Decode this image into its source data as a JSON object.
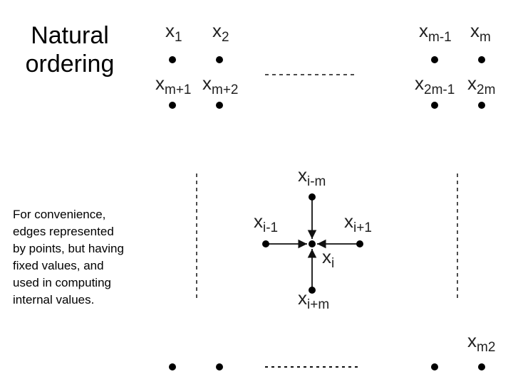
{
  "title_lines": [
    "Natural",
    "ordering"
  ],
  "note": "For convenience, edges represented by points, but having fixed values, and used in computing internal values.",
  "nodes": {
    "top_row": [
      {
        "name": "x",
        "sub": "1"
      },
      {
        "name": "x",
        "sub": "2"
      },
      {
        "name": "x",
        "sub": "m-1"
      },
      {
        "name": "x",
        "sub": "m"
      }
    ],
    "second_row": [
      {
        "name": "x",
        "sub": "m+1"
      },
      {
        "name": "x",
        "sub": "m+2"
      },
      {
        "name": "x",
        "sub": "2m-1"
      },
      {
        "name": "x",
        "sub": "2m"
      }
    ],
    "stencil": {
      "top": {
        "name": "x",
        "sub": "i-m"
      },
      "left": {
        "name": "x",
        "sub": "i-1"
      },
      "right": {
        "name": "x",
        "sub": "i+1"
      },
      "center": {
        "name": "x",
        "sub": "i"
      },
      "bottom": {
        "name": "x",
        "sub": "i+m"
      }
    },
    "bottom_right": {
      "name": "x",
      "sub": "m2"
    }
  }
}
